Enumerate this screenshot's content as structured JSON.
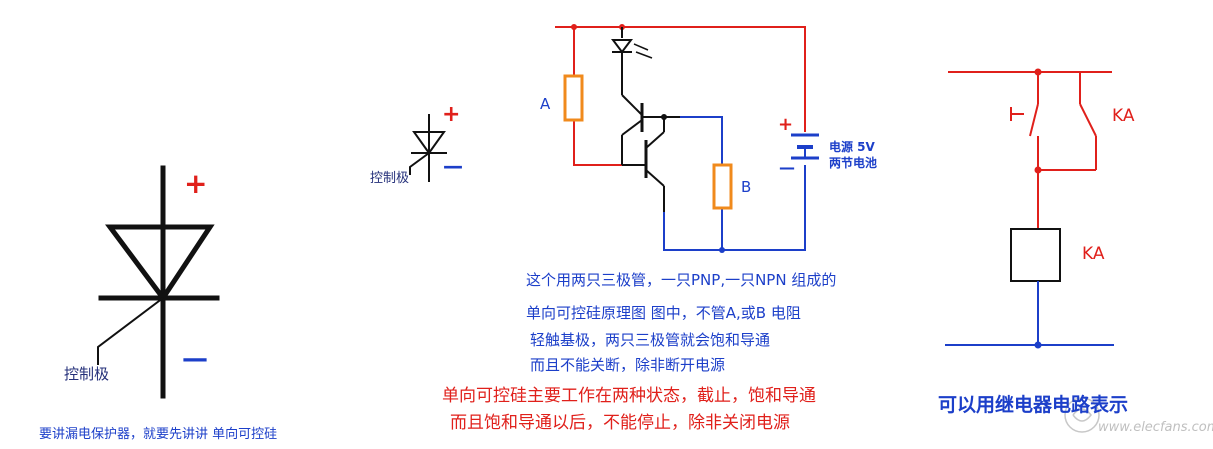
{
  "left_symbol": {
    "plus": "+",
    "minus": "—",
    "gate_label": "控制极",
    "caption": "要讲漏电保护器，就要先讲讲  单向可控硅"
  },
  "small_symbol": {
    "plus": "+",
    "minus": "—",
    "gate_label": "控制极"
  },
  "middle_circuit": {
    "resistor_a_label": "A",
    "resistor_b_label": "B",
    "battery_plus": "+",
    "battery_minus": "—",
    "power_line1": "电源 5V",
    "power_line2": "两节电池",
    "notes_blue": [
      "这个用两只三极管，一只PNP,一只NPN 组成的",
      "单向可控硅原理图   图中，不管A,或B 电阻",
      "轻触基极，两只三极管就会饱和导通",
      "而且不能关断，除非断开电源"
    ],
    "notes_red": [
      "单向可控硅主要工作在两种状态，截止，饱和导通",
      "而且饱和导通以后，不能停止，除非关闭电源"
    ]
  },
  "relay_circuit": {
    "contact_label": "KA",
    "coil_label": "KA",
    "caption": "可以用继电器电路表示"
  },
  "watermark": {
    "text": "www.elecfans.com"
  },
  "colors": {
    "red": "#e0201b",
    "blue": "#1c3fc9",
    "black": "#111111",
    "orange": "#f08a1c"
  }
}
